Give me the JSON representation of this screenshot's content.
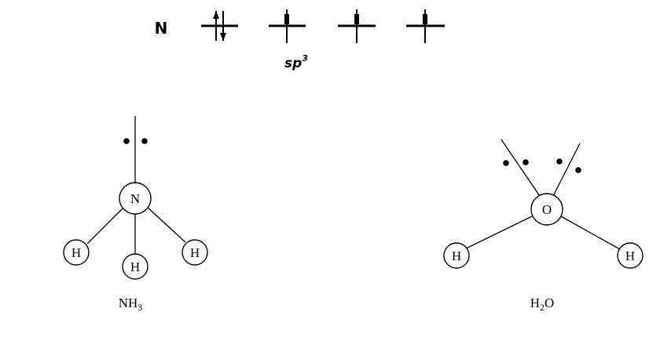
{
  "orbital_diagram": {
    "atom": "N",
    "hybridization": {
      "base": "sp",
      "superscript": "3"
    },
    "orbitals": [
      {
        "electrons": 2
      },
      {
        "electrons": 1
      },
      {
        "electrons": 1
      },
      {
        "electrons": 1
      }
    ]
  },
  "nh3": {
    "central_atom": "N",
    "hydrogen_labels": [
      "H",
      "H",
      "H"
    ],
    "lone_pairs": 1,
    "caption": {
      "base": "NH",
      "subscript": "3"
    }
  },
  "h2o": {
    "central_atom": "O",
    "hydrogen_labels": [
      "H",
      "H"
    ],
    "lone_pairs": 2,
    "caption": {
      "prefix": "H",
      "subscript": "2",
      "suffix": "O"
    }
  }
}
